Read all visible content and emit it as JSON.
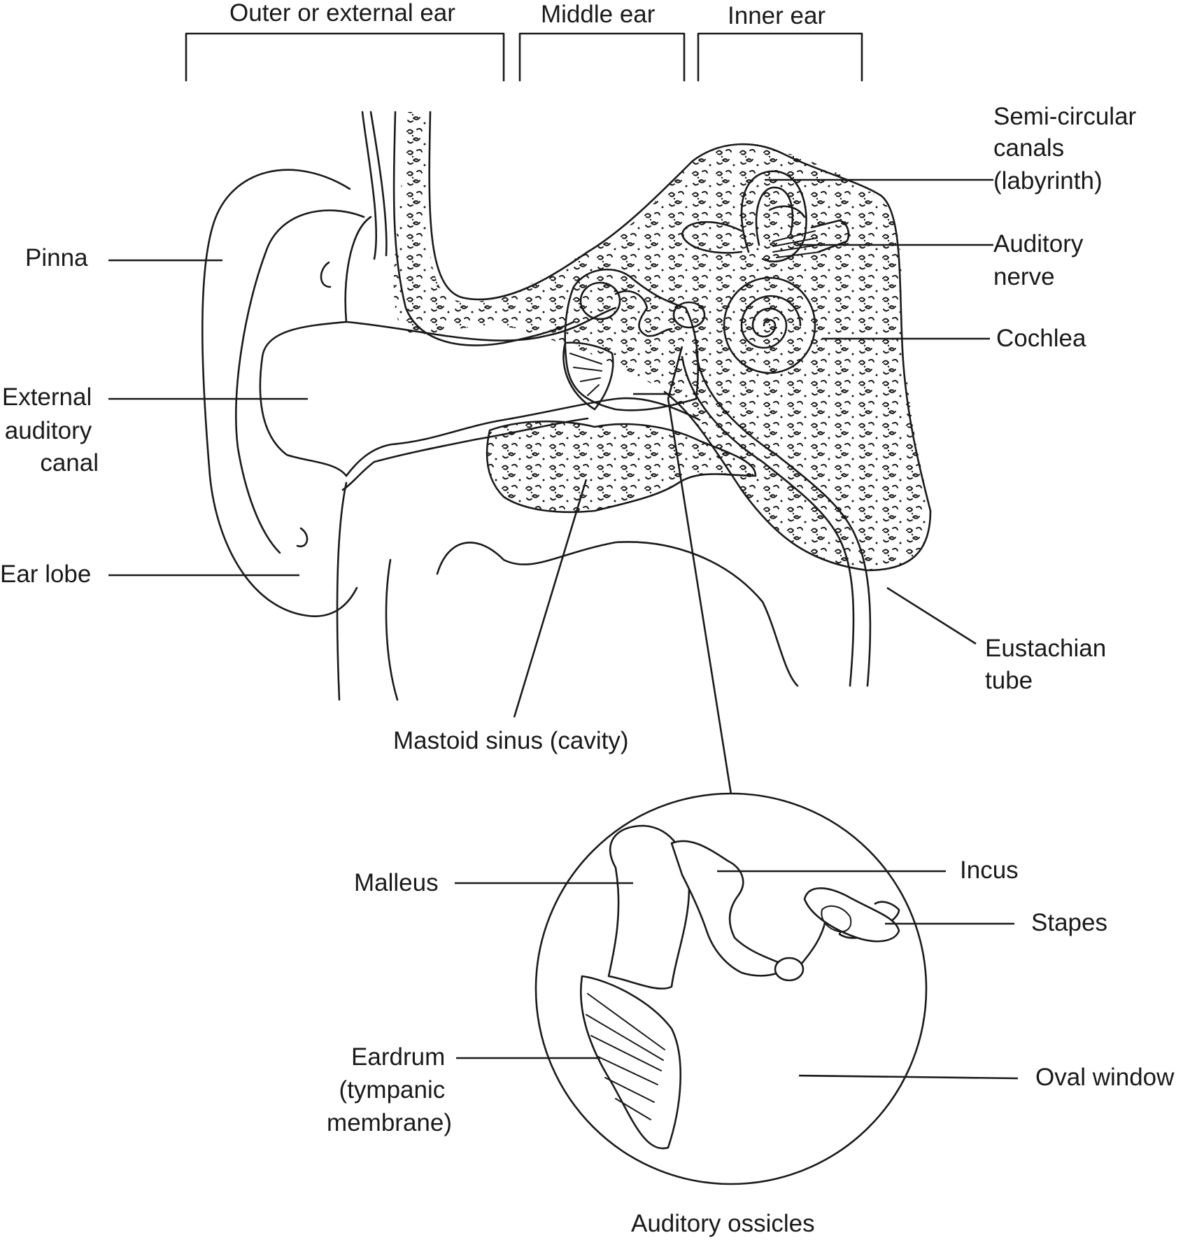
{
  "sections": {
    "outer": "Outer or external ear",
    "middle": "Middle ear",
    "inner": "Inner ear"
  },
  "labels": {
    "pinna": "Pinna",
    "external_canal": [
      "External",
      "auditory",
      "canal"
    ],
    "ear_lobe": "Ear lobe",
    "semicircular": [
      "Semi-circular",
      "canals",
      "(labyrinth)"
    ],
    "auditory_nerve": [
      "Auditory",
      "nerve"
    ],
    "cochlea": "Cochlea",
    "eustachian": [
      "Eustachian",
      "tube"
    ],
    "mastoid": "Mastoid sinus (cavity)",
    "malleus": "Malleus",
    "incus": "Incus",
    "stapes": "Stapes",
    "eardrum": [
      "Eardrum",
      "(tympanic",
      "membrane)"
    ],
    "oval_window": "Oval window",
    "ossicles": "Auditory ossicles"
  }
}
